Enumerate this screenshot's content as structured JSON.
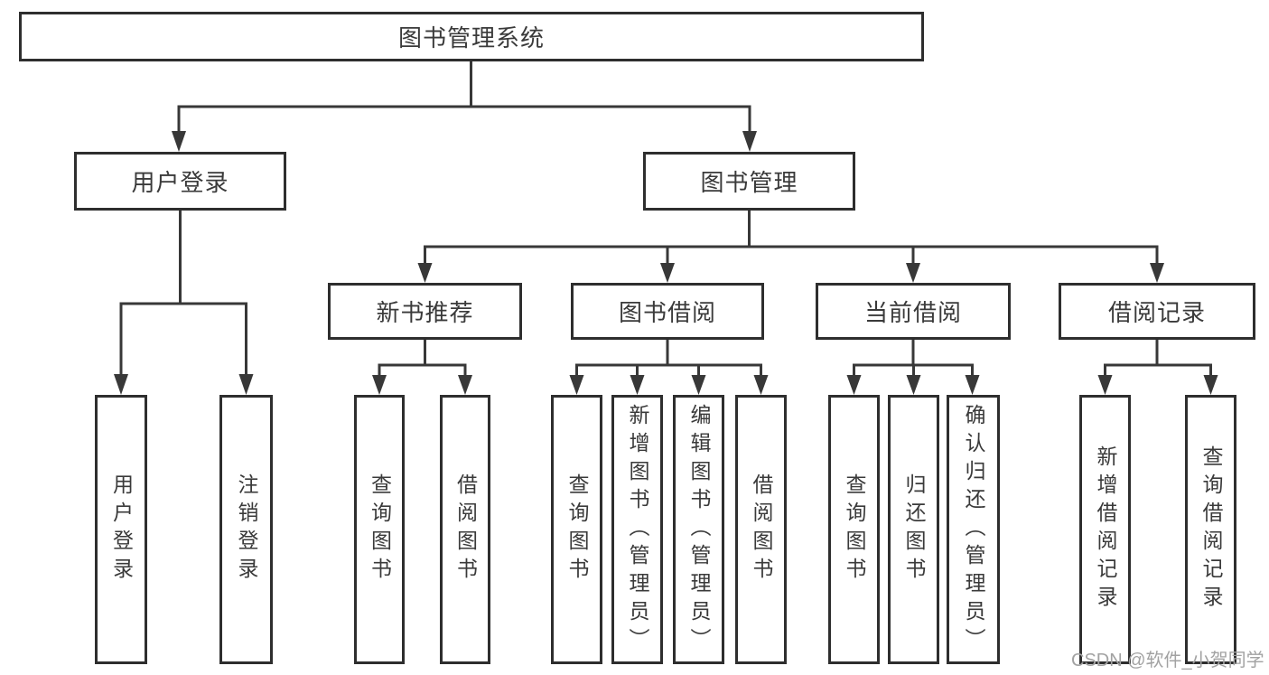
{
  "diagram_type": "hierarchy",
  "colors": {
    "background": "#ffffff",
    "line": "#383838",
    "border": "#2e2e2e",
    "text": "#3a3a3a",
    "watermark": "#a2a2a2"
  },
  "tree": {
    "label": "图书管理系统",
    "children": [
      {
        "label": "用户登录",
        "children": [
          {
            "label": "用户登录"
          },
          {
            "label": "注销登录"
          }
        ]
      },
      {
        "label": "图书管理",
        "children": [
          {
            "label": "新书推荐",
            "children": [
              {
                "label": "查询图书"
              },
              {
                "label": "借阅图书"
              }
            ]
          },
          {
            "label": "图书借阅",
            "children": [
              {
                "label": "查询图书"
              },
              {
                "label": "新增图书（管理员）"
              },
              {
                "label": "编辑图书（管理员）"
              },
              {
                "label": "借阅图书"
              }
            ]
          },
          {
            "label": "当前借阅",
            "children": [
              {
                "label": "查询图书"
              },
              {
                "label": "归还图书"
              },
              {
                "label": "确认归还（管理员）"
              }
            ]
          },
          {
            "label": "借阅记录",
            "children": [
              {
                "label": "新增借阅记录"
              },
              {
                "label": "查询借阅记录"
              }
            ]
          }
        ]
      }
    ]
  },
  "watermark": {
    "text": "CSDN @软件_小贺同学"
  }
}
